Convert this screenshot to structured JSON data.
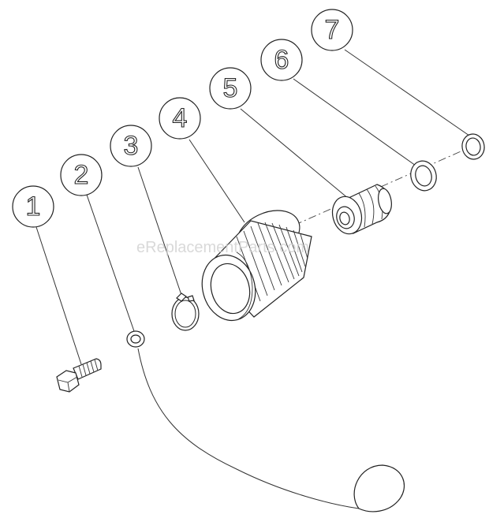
{
  "watermark": "eReplacementParts.com",
  "callouts": [
    {
      "label": "1"
    },
    {
      "label": "2"
    },
    {
      "label": "3"
    },
    {
      "label": "4"
    },
    {
      "label": "5"
    },
    {
      "label": "6"
    },
    {
      "label": "7"
    }
  ]
}
